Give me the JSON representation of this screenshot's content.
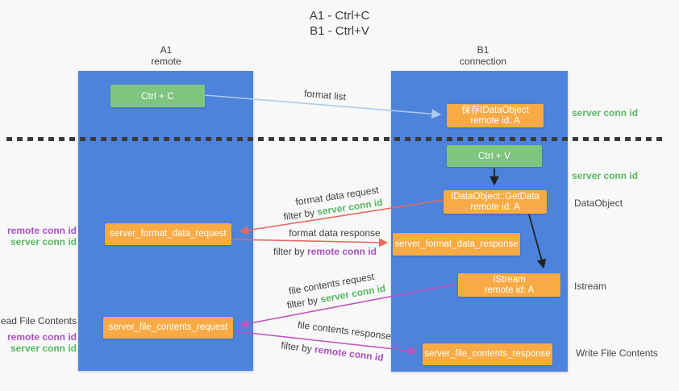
{
  "title": {
    "line1": "A1 - Ctrl+C",
    "line2": "B1 - Ctrl+V"
  },
  "lifelines": {
    "left": {
      "name": "A1",
      "role": "remote"
    },
    "right": {
      "name": "B1",
      "role": "connection"
    }
  },
  "nodes": {
    "ctrl_c": {
      "label": "Ctrl + C"
    },
    "save_idataobject": {
      "line1": "保存IDataObject",
      "line2": "remote id: A"
    },
    "ctrl_v": {
      "label": "Ctrl + V"
    },
    "getdata": {
      "line1": "IDataObject::GetData",
      "line2": "remote id: A"
    },
    "format_request": {
      "label": "server_format_data_request"
    },
    "format_response": {
      "label": "server_format_data_response"
    },
    "istream": {
      "line1": "IStream",
      "line2": "remote id: A"
    },
    "file_request": {
      "label": "server_file_contents_request"
    },
    "file_response": {
      "label": "server_file_contents_response"
    }
  },
  "flow_labels": {
    "format_list": "format list",
    "format_data_request": "format data request",
    "format_data_response": "format data response",
    "file_contents_request": "file contents request",
    "file_contents_response": "file contents response",
    "filter_by": "filter by ",
    "server_conn_id": "server conn id",
    "remote_conn_id": "remote conn id"
  },
  "side_labels": {
    "right_top_conn": "server conn id",
    "right_mid_conn": "server conn id",
    "dataobject": "DataObject",
    "istream": "Istream",
    "write_file": "Write File Contents",
    "read_file": "Read File Contents",
    "left_remote_conn": "remote conn id",
    "left_server_conn": "server conn id",
    "left_remote_conn2": "remote conn id",
    "left_server_conn2": "server conn id"
  },
  "colors": {
    "lifeline_blue": "#4d83da",
    "action_green": "#7ec57f",
    "message_orange": "#f8ab44",
    "arrow_light_blue": "#a8cdec",
    "arrow_red": "#e8695f",
    "arrow_magenta": "#c055be",
    "arrow_black": "#212121",
    "server_conn_green": "#57b95e",
    "remote_conn_purple": "#ab50c0"
  }
}
